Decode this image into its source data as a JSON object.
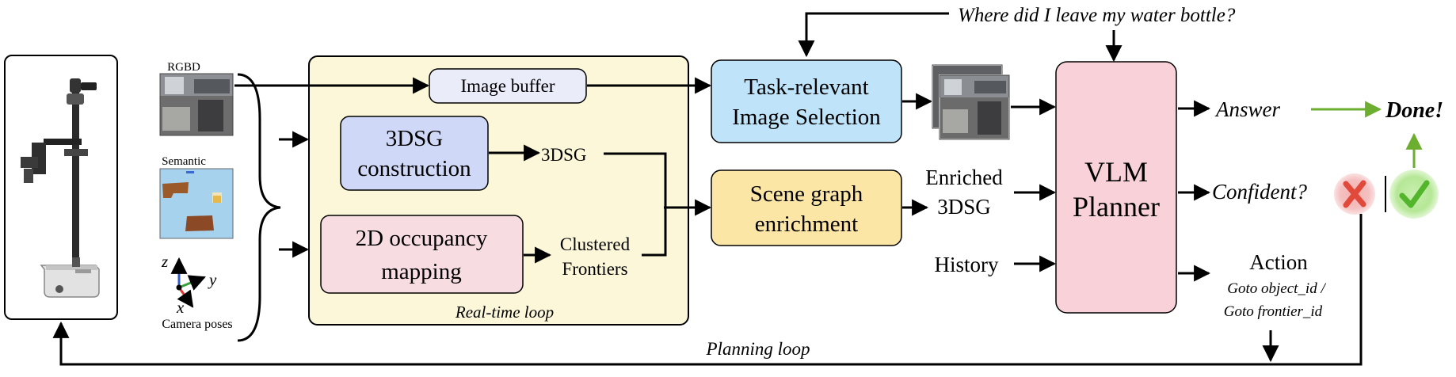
{
  "inputs": {
    "rgbd_label": "RGBD",
    "semantic_label": "Semantic",
    "camera_poses_label": "Camera poses",
    "axis_z": "z",
    "axis_y": "y",
    "axis_x": "x"
  },
  "realtime_loop": {
    "label": "Real-time loop",
    "image_buffer": "Image buffer",
    "dsg_construction": [
      "3DSG",
      "construction"
    ],
    "dsg_output": "3DSG",
    "occupancy_mapping": [
      "2D occupancy",
      "mapping"
    ],
    "clustered_frontiers": [
      "Clustered",
      "Frontiers"
    ]
  },
  "question": "Where did I leave my water bottle?",
  "image_selection": [
    "Task-relevant",
    "Image Selection"
  ],
  "scene_graph_enrichment": [
    "Scene graph",
    "enrichment"
  ],
  "enriched_3dsg": [
    "Enriched",
    "3DSG"
  ],
  "history": "History",
  "vlm_planner": [
    "VLM",
    "Planner"
  ],
  "outputs": {
    "answer": "Answer",
    "done": "Done!",
    "confident": "Confident?",
    "action": "Action",
    "action_detail": [
      "Goto object_id /",
      "Goto frontier_id"
    ]
  },
  "planning_loop": "Planning loop",
  "colors": {
    "realtime_bg": "#fbf7d8",
    "image_buffer_bg": "#ebecf9",
    "dsg_bg": "#cfd8f6",
    "occupancy_bg": "#f7dde2",
    "selection_bg": "#bfe3f8",
    "enrichment_bg": "#fce6a6",
    "planner_bg": "#f8d2d8",
    "answer_red": "#b22222",
    "confident_blue": "#2b5596",
    "done_green": "#6cae2f",
    "loop_magenta": "#b8247a"
  },
  "icons": [
    "robot-illustration",
    "cross-icon",
    "check-icon"
  ]
}
